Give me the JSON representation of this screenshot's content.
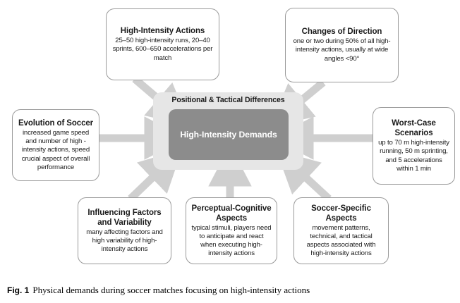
{
  "figure": {
    "caption_label": "Fig. 1",
    "caption_text": "Physical demands during soccer matches focusing on high-intensity actions"
  },
  "center": {
    "panel_title": "Positional & Tactical Differences",
    "core_label": "High-Intensity Demands",
    "panel_color": "#e6e6e6",
    "core_color": "#8c8c8c",
    "core_text_color": "#ffffff"
  },
  "arrows": {
    "color": "#cfcfcf",
    "count": 7,
    "direction": "inward-to-center"
  },
  "nodes": [
    {
      "id": "high-intensity-actions",
      "title": "High-Intensity Actions",
      "body": "25–50 high-intensity runs, 20–40 sprints, 600–650 accelerations per match"
    },
    {
      "id": "changes-of-direction",
      "title": "Changes of Direction",
      "body": "one or two during 50% of all high-intensity actions, usually at wide angles <90°"
    },
    {
      "id": "evolution-of-soccer",
      "title": "Evolution of Soccer",
      "body": "increased game speed and number of high - intensity actions, speed crucial aspect of overall performance"
    },
    {
      "id": "worst-case-scenarios",
      "title": "Worst-Case Scenarios",
      "body": "up to 70 m high-intensity running, 50 m sprinting, and 5 accelerations within 1 min"
    },
    {
      "id": "influencing-factors-and-variability",
      "title": "Influencing Factors and Variability",
      "body": "many affecting factors and high variability of high-intensity actions"
    },
    {
      "id": "perceptual-cognitive-aspects",
      "title": "Perceptual-Cognitive Aspects",
      "body": "typical stimuli, players need to anticipate and react when executing high-intensity actions"
    },
    {
      "id": "soccer-specific-aspects",
      "title": "Soccer-Specific Aspects",
      "body": "movement patterns, technical, and tactical aspects associated with high-intensity actions"
    }
  ]
}
